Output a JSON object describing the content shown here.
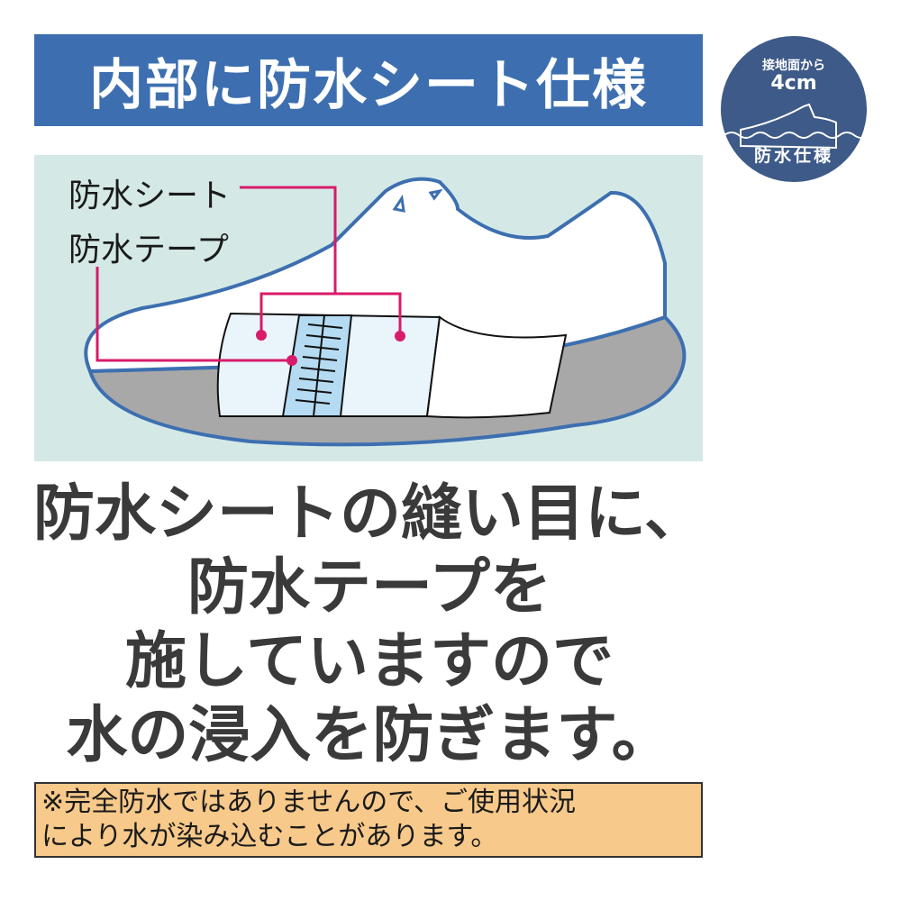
{
  "title": "内部に防水シート仕様",
  "badge": {
    "line1": "接地面から",
    "line2": "4cm",
    "line3": "防水仕様",
    "icon": "shoe-in-water-icon"
  },
  "illustration": {
    "labels": {
      "sheet": "防水シート",
      "tape": "防水テープ"
    },
    "colors": {
      "background": "#d4e9e6",
      "outline": "#3d6fb0",
      "sole": "#a8a8a8",
      "leader": "#d81b6a",
      "sheet": "#eaf4fb",
      "tape": "#b5dbf2"
    }
  },
  "main_text": {
    "line1": "防水シートの縫い目に、",
    "line2": "防水テープを",
    "line3": "施していますので",
    "line4": "水の浸入を防ぎます。"
  },
  "note": {
    "line1": "※完全防水ではありませんので、ご使用状況",
    "line2": "により水が染み込むことがあります。"
  },
  "colors": {
    "banner": "#3d6fb0",
    "badge": "#3d5a88",
    "note_bg": "#f7c98a",
    "text": "#3a3a3a"
  }
}
